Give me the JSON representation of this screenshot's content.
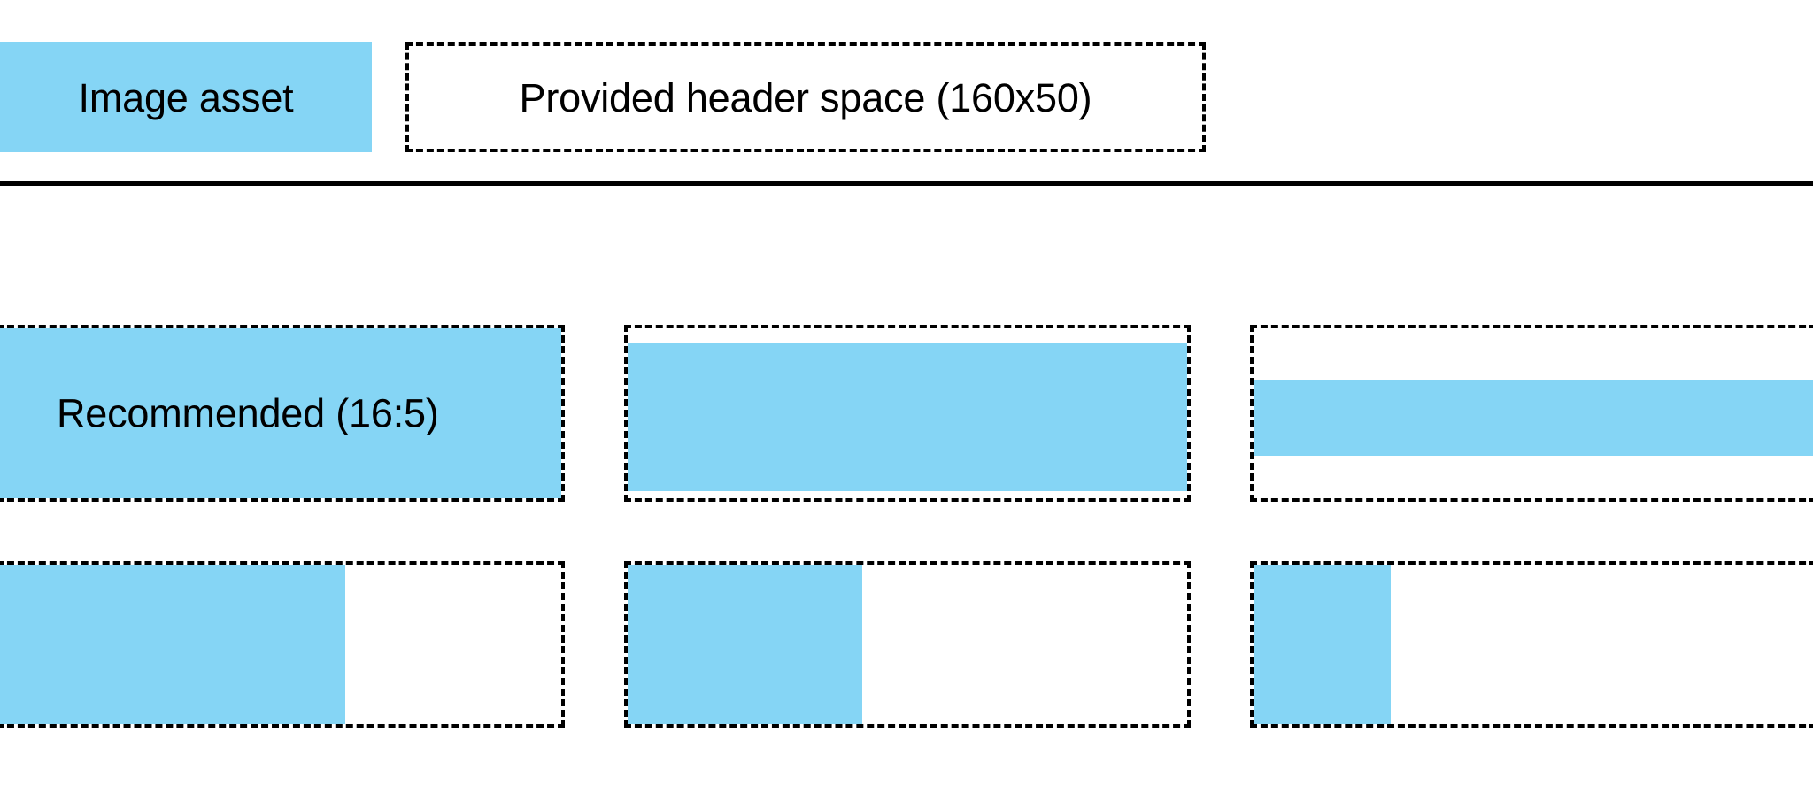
{
  "header": {
    "asset_swatch_label": "Image asset",
    "header_space_label": "Provided header space (160x50)"
  },
  "colors": {
    "asset_blue": "#85d5f5",
    "outline_black": "#000000",
    "background_white": "#ffffff"
  },
  "grid": {
    "row_1": {
      "cells": [
        {
          "label": "Recommended (16:5)",
          "fill": "full"
        },
        {
          "label": "",
          "fill": "inset-vertical"
        },
        {
          "label": "",
          "fill": "band"
        }
      ]
    },
    "row_2": {
      "cells": [
        {
          "label": "",
          "fill": "partial-wide"
        },
        {
          "label": "",
          "fill": "partial-medium"
        },
        {
          "label": "",
          "fill": "partial-narrow"
        }
      ]
    }
  }
}
